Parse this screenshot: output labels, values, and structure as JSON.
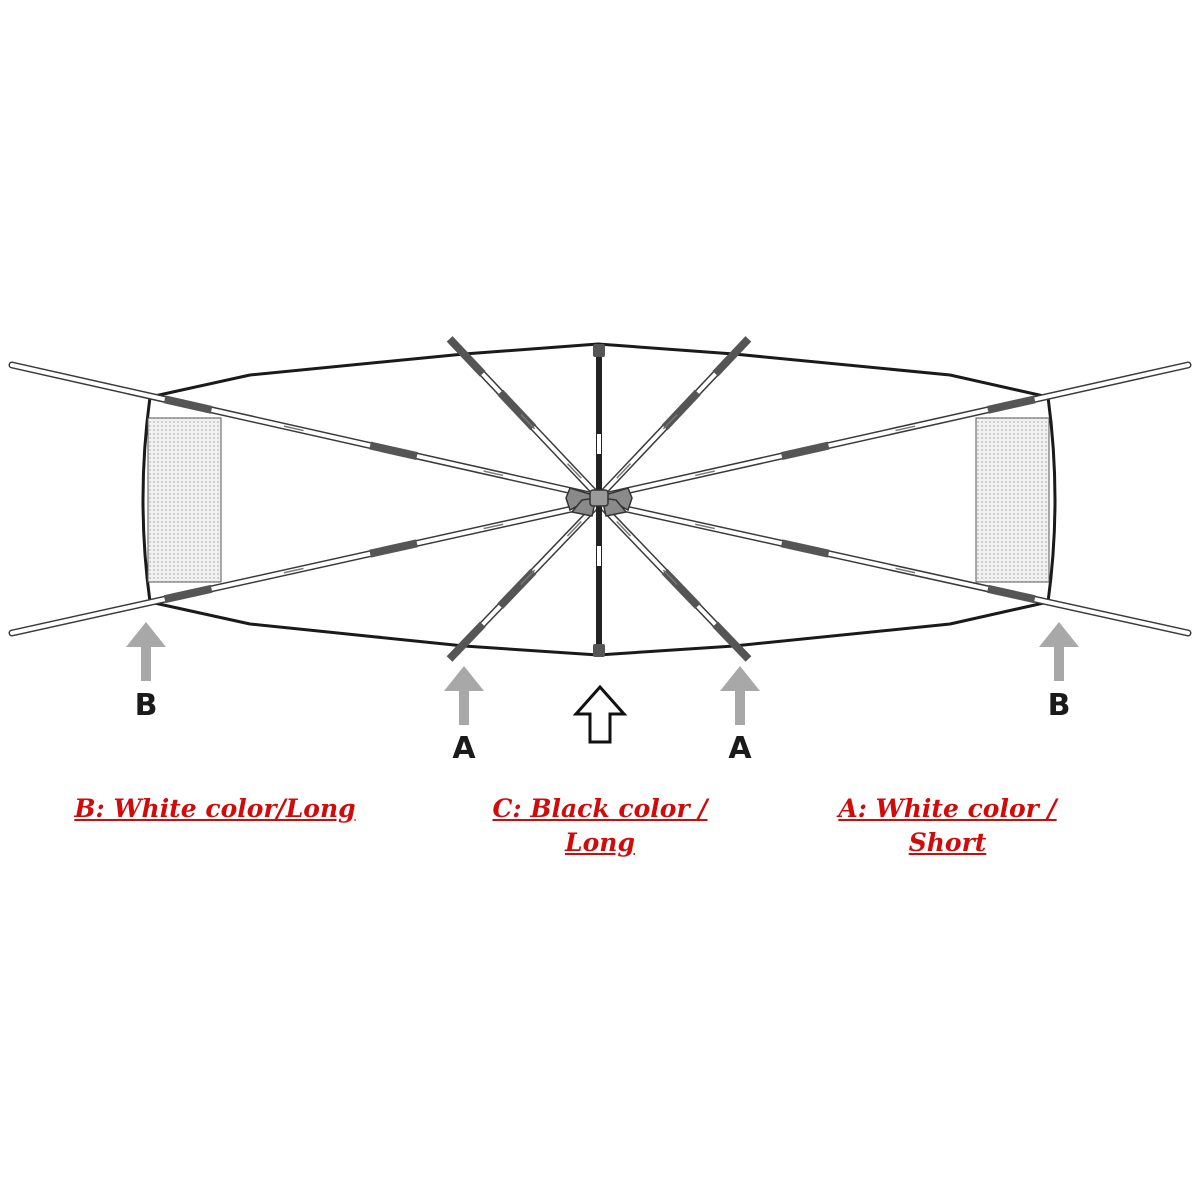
{
  "markers": {
    "left_long": "B",
    "right_long": "B",
    "left_short": "A",
    "right_short": "A"
  },
  "legend": {
    "b": "B: White color/Long",
    "c_line1": "C: Black color /",
    "c_line2": "Long",
    "a": "A: White color / Short"
  },
  "colors": {
    "legend_text": "#d10a0a",
    "grey_arrow": "#a8a8a8",
    "center_pole": "#222222",
    "outline": "#1a1a1a"
  }
}
